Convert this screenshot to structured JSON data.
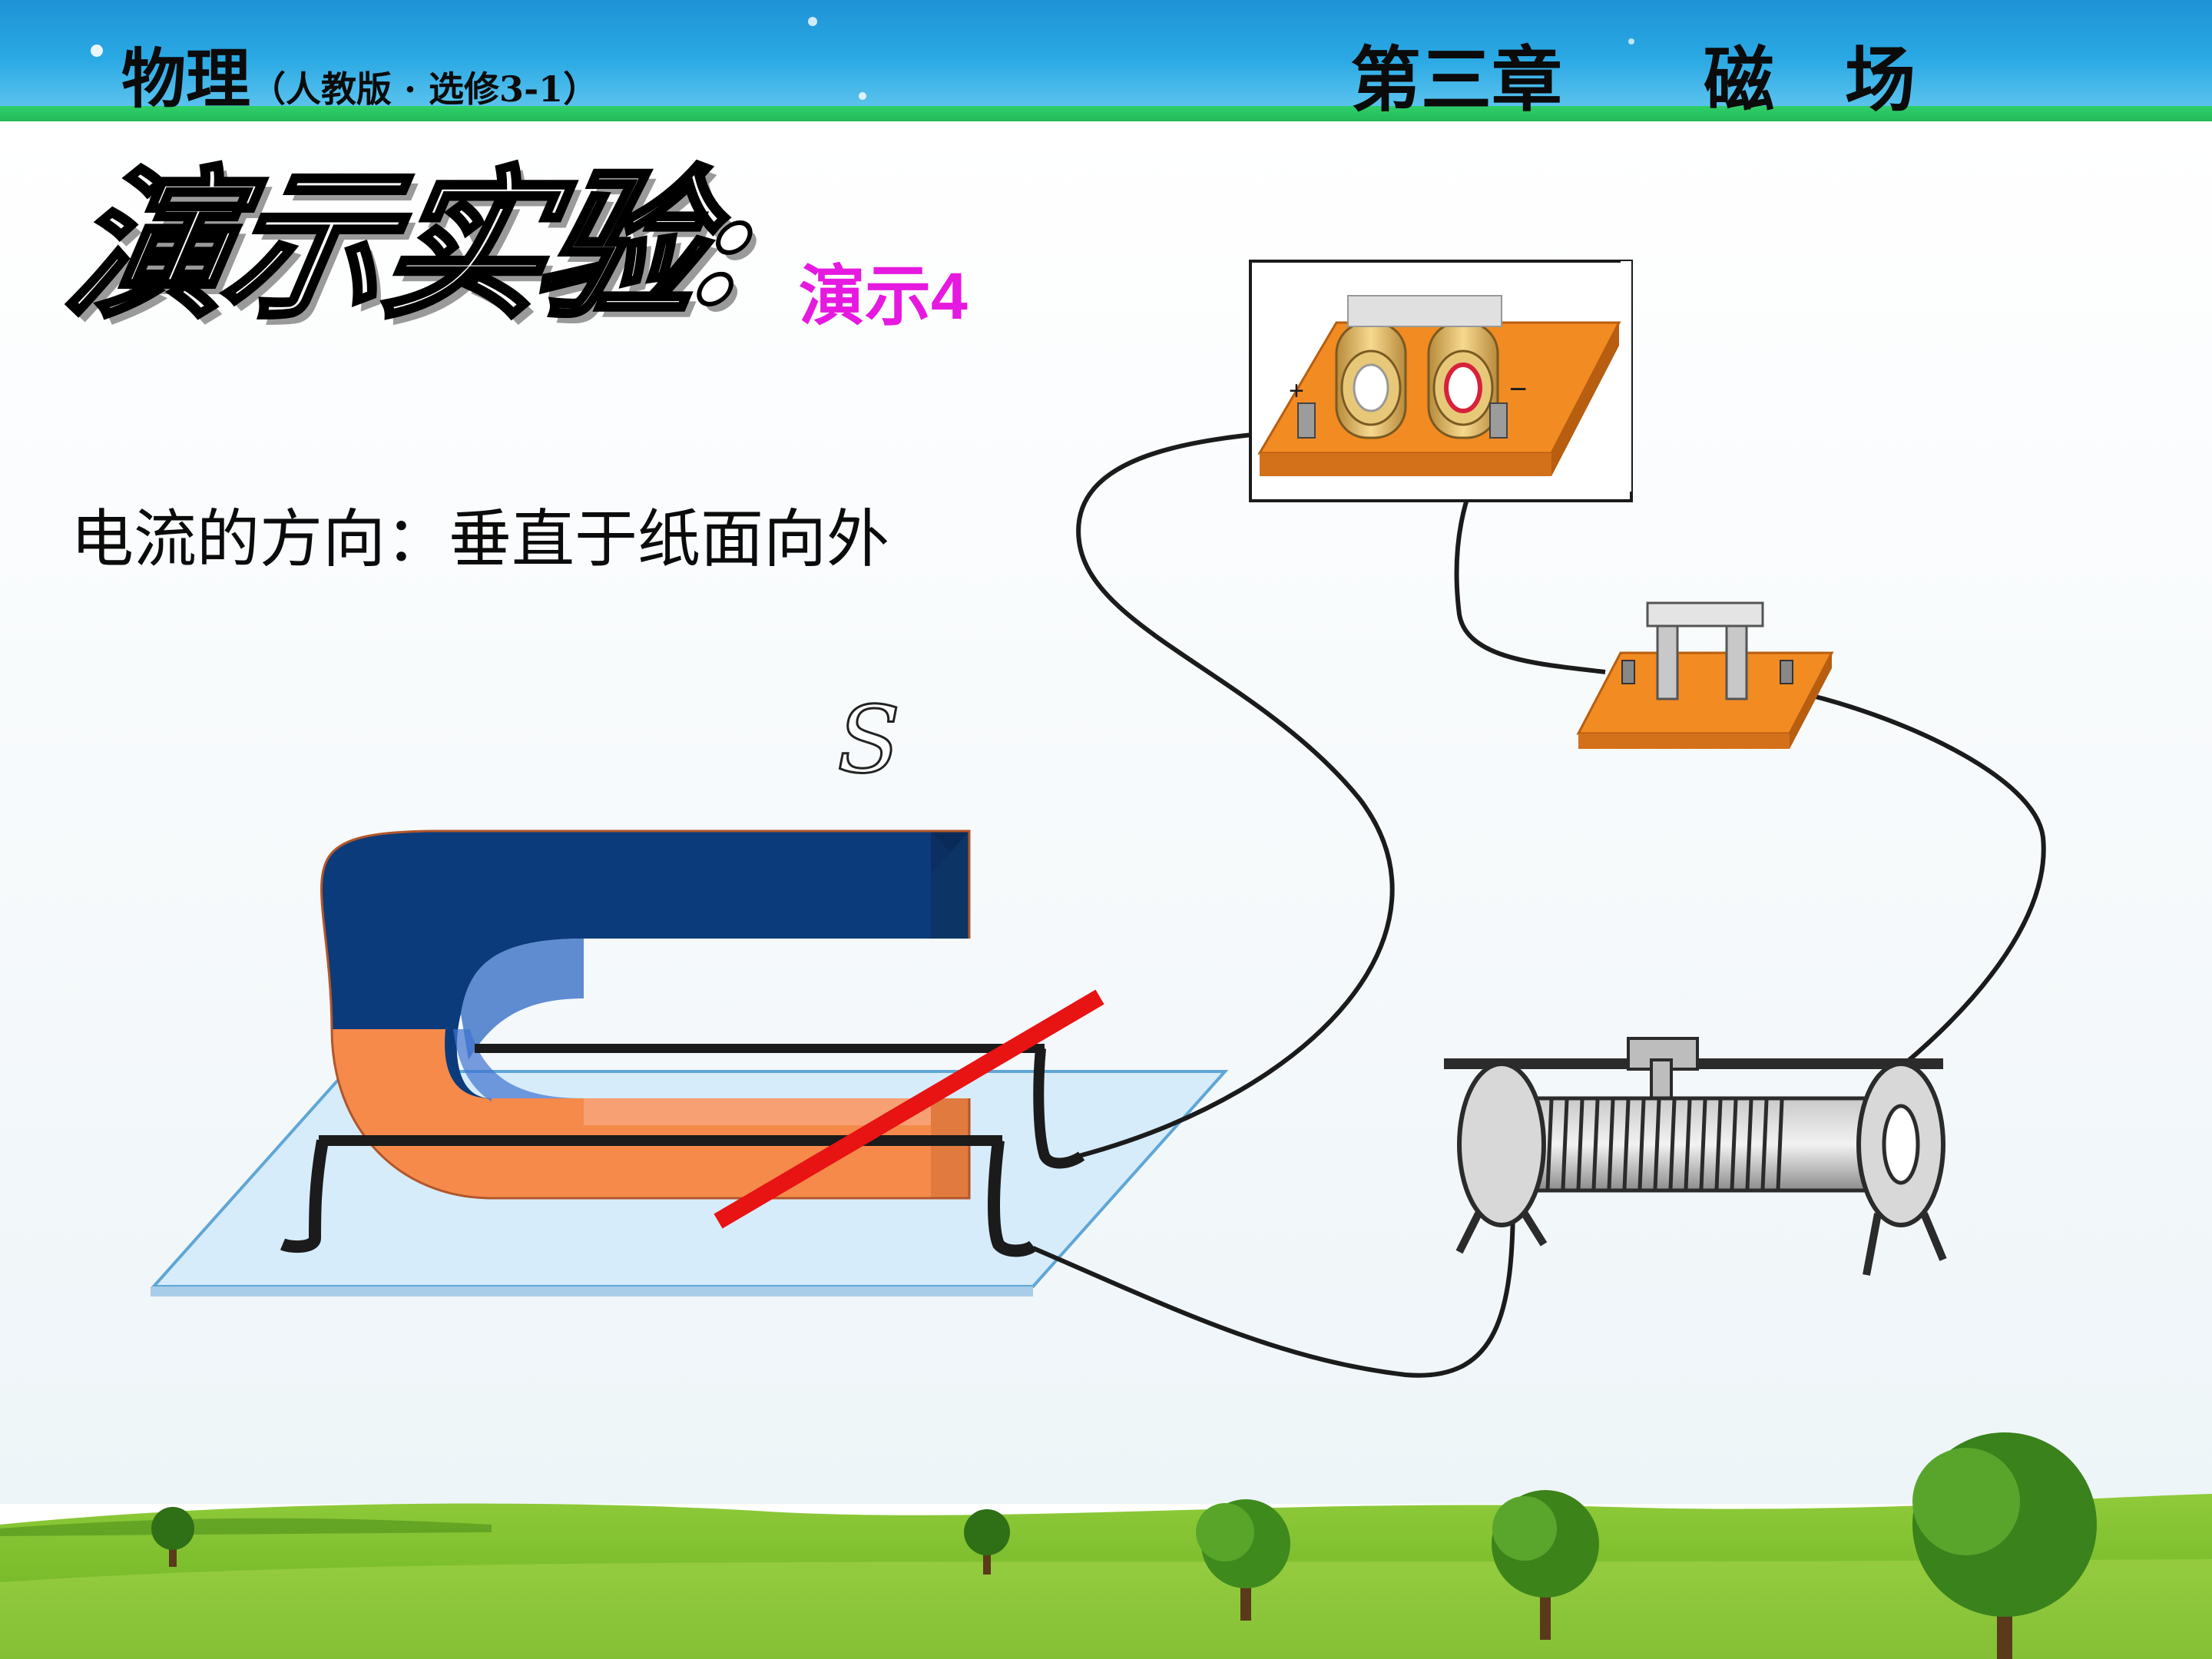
{
  "header": {
    "subject": "物理",
    "edition": "（人教版 · 选修3-1）",
    "chapter": "第三章　　磁　场"
  },
  "slide": {
    "heading": "演示实验:",
    "demo_label": "演示4",
    "current_direction": "电流的方向：垂直于纸面向外",
    "pole_label": "S"
  },
  "battery": {
    "plus": "+",
    "minus": "−"
  },
  "colors": {
    "header_blue": "#2aa9e4",
    "header_green": "#2ecf6a",
    "magnet_blue": "#0b3b7a",
    "magnet_orange": "#f58a4b",
    "conductor_red": "#e81313",
    "wood": "#f28b22",
    "demo_magenta": "#e619e0"
  }
}
